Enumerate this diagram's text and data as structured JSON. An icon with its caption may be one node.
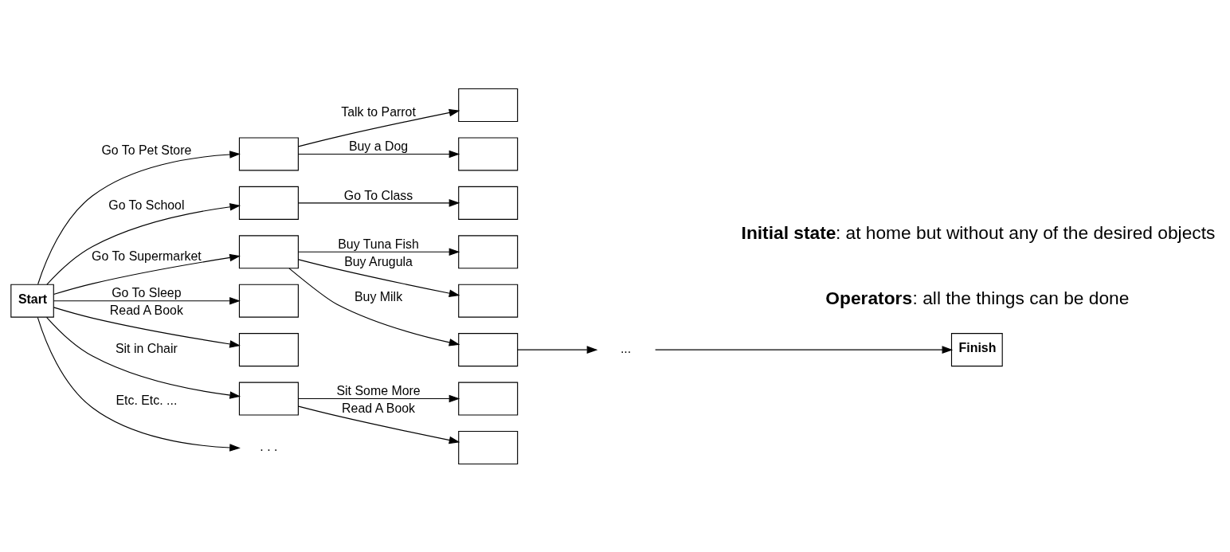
{
  "diagram": {
    "nodes": [
      {
        "text": [
          "Start"
        ]
      },
      {
        "text": [],
        "shape": "box"
      },
      {
        "text": [],
        "shape": "box"
      },
      {
        "text": [],
        "shape": "box"
      },
      {
        "text": [],
        "shape": "box"
      },
      {
        "text": [],
        "shape": "box"
      },
      {
        "text": [],
        "shape": "box"
      },
      {
        "text": [
          ". . ."
        ]
      },
      {
        "text": [],
        "shape": "box"
      },
      {
        "text": [],
        "shape": "box"
      },
      {
        "text": [],
        "shape": "box"
      },
      {
        "text": [],
        "shape": "box"
      },
      {
        "text": [],
        "shape": "box"
      },
      {
        "text": [],
        "shape": "box"
      },
      {
        "text": [],
        "shape": "box"
      },
      {
        "text": [],
        "shape": "box"
      },
      {
        "text": [
          "..."
        ]
      },
      {
        "text": [
          "Finish"
        ]
      }
    ],
    "edges": [
      {
        "from": 0,
        "to": 1,
        "arrow": "to",
        "label": "Go To Pet Store"
      },
      {
        "from": 0,
        "to": 2,
        "arrow": "to",
        "label": "Go To School"
      },
      {
        "from": 0,
        "to": 3,
        "arrow": "to",
        "label": "Go To Supermarket"
      },
      {
        "from": 0,
        "to": 4,
        "arrow": "to",
        "label": "Go To Sleep"
      },
      {
        "from": 0,
        "to": 5,
        "arrow": "to",
        "label": "Read A Book"
      },
      {
        "from": 0,
        "to": 6,
        "arrow": "to",
        "label": "Sit in Chair"
      },
      {
        "from": 0,
        "to": 7,
        "arrow": "to",
        "label": "Etc. Etc. ..."
      },
      {
        "from": 1,
        "to": 8,
        "arrow": "to",
        "label": "Talk to Parrot"
      },
      {
        "from": 1,
        "to": 9,
        "arrow": "to",
        "label": "Buy a Dog"
      },
      {
        "from": 2,
        "to": 10,
        "arrow": "to",
        "label": "Go To Class"
      },
      {
        "from": 3,
        "to": 11,
        "arrow": "to",
        "label": "Buy Tuna Fish"
      },
      {
        "from": 3,
        "to": 12,
        "arrow": "to",
        "label": "Buy Arugula"
      },
      {
        "from": 3,
        "to": 13,
        "arrow": "to",
        "label": "Buy Milk"
      },
      {
        "from": 6,
        "to": 14,
        "arrow": "to",
        "label": "Sit Some More"
      },
      {
        "from": 6,
        "to": 15,
        "arrow": "to",
        "label": "Read A Book"
      },
      {
        "from": 13,
        "to": 16,
        "arrow": "to"
      },
      {
        "from": 16,
        "to": 17,
        "arrow": "to"
      }
    ],
    "labels": [
      "**Initial state**: at home but without any of the desired objects",
      "**Operators**: all the things can be done"
    ]
  }
}
